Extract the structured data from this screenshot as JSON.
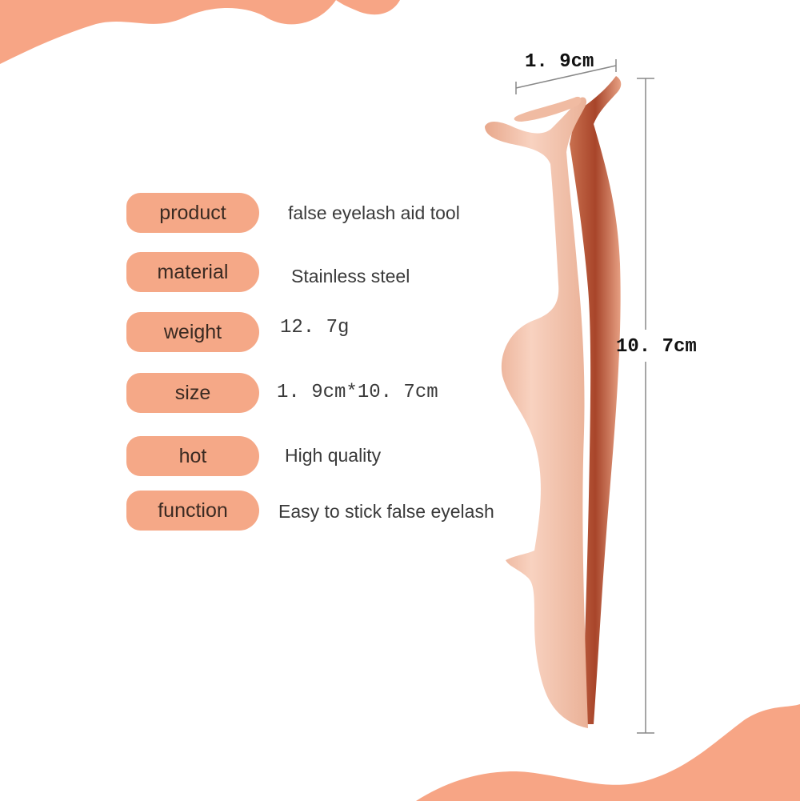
{
  "specs": [
    {
      "label": "product",
      "value": "false eyelash aid tool"
    },
    {
      "label": "material",
      "value": "Stainless steel"
    },
    {
      "label": "weight",
      "value": "12. 7g"
    },
    {
      "label": "size",
      "value": "1. 9cm*10. 7cm"
    },
    {
      "label": "hot",
      "value": "High quality"
    },
    {
      "label": "function",
      "value": "Easy to stick false eyelash"
    }
  ],
  "dimensions": {
    "width_label": "1. 9cm",
    "height_label": "10. 7cm"
  },
  "colors": {
    "accent": "#f5a887",
    "blob": "#f7a585",
    "tool_light": "#f6c7b0",
    "tool_dark": "#b8583a"
  }
}
